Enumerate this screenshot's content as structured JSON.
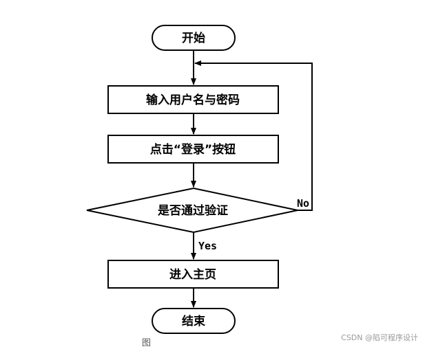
{
  "flowchart": {
    "start": "开始",
    "input_step": "输入用户名与密码",
    "click_step": "点击“登录”按钮",
    "decision": "是否通过验证",
    "yes_label": "Yes",
    "no_label": "No",
    "home_step": "进入主页",
    "end": "结束"
  },
  "caption": "图",
  "watermark": "CSDN @陷可程序设计"
}
